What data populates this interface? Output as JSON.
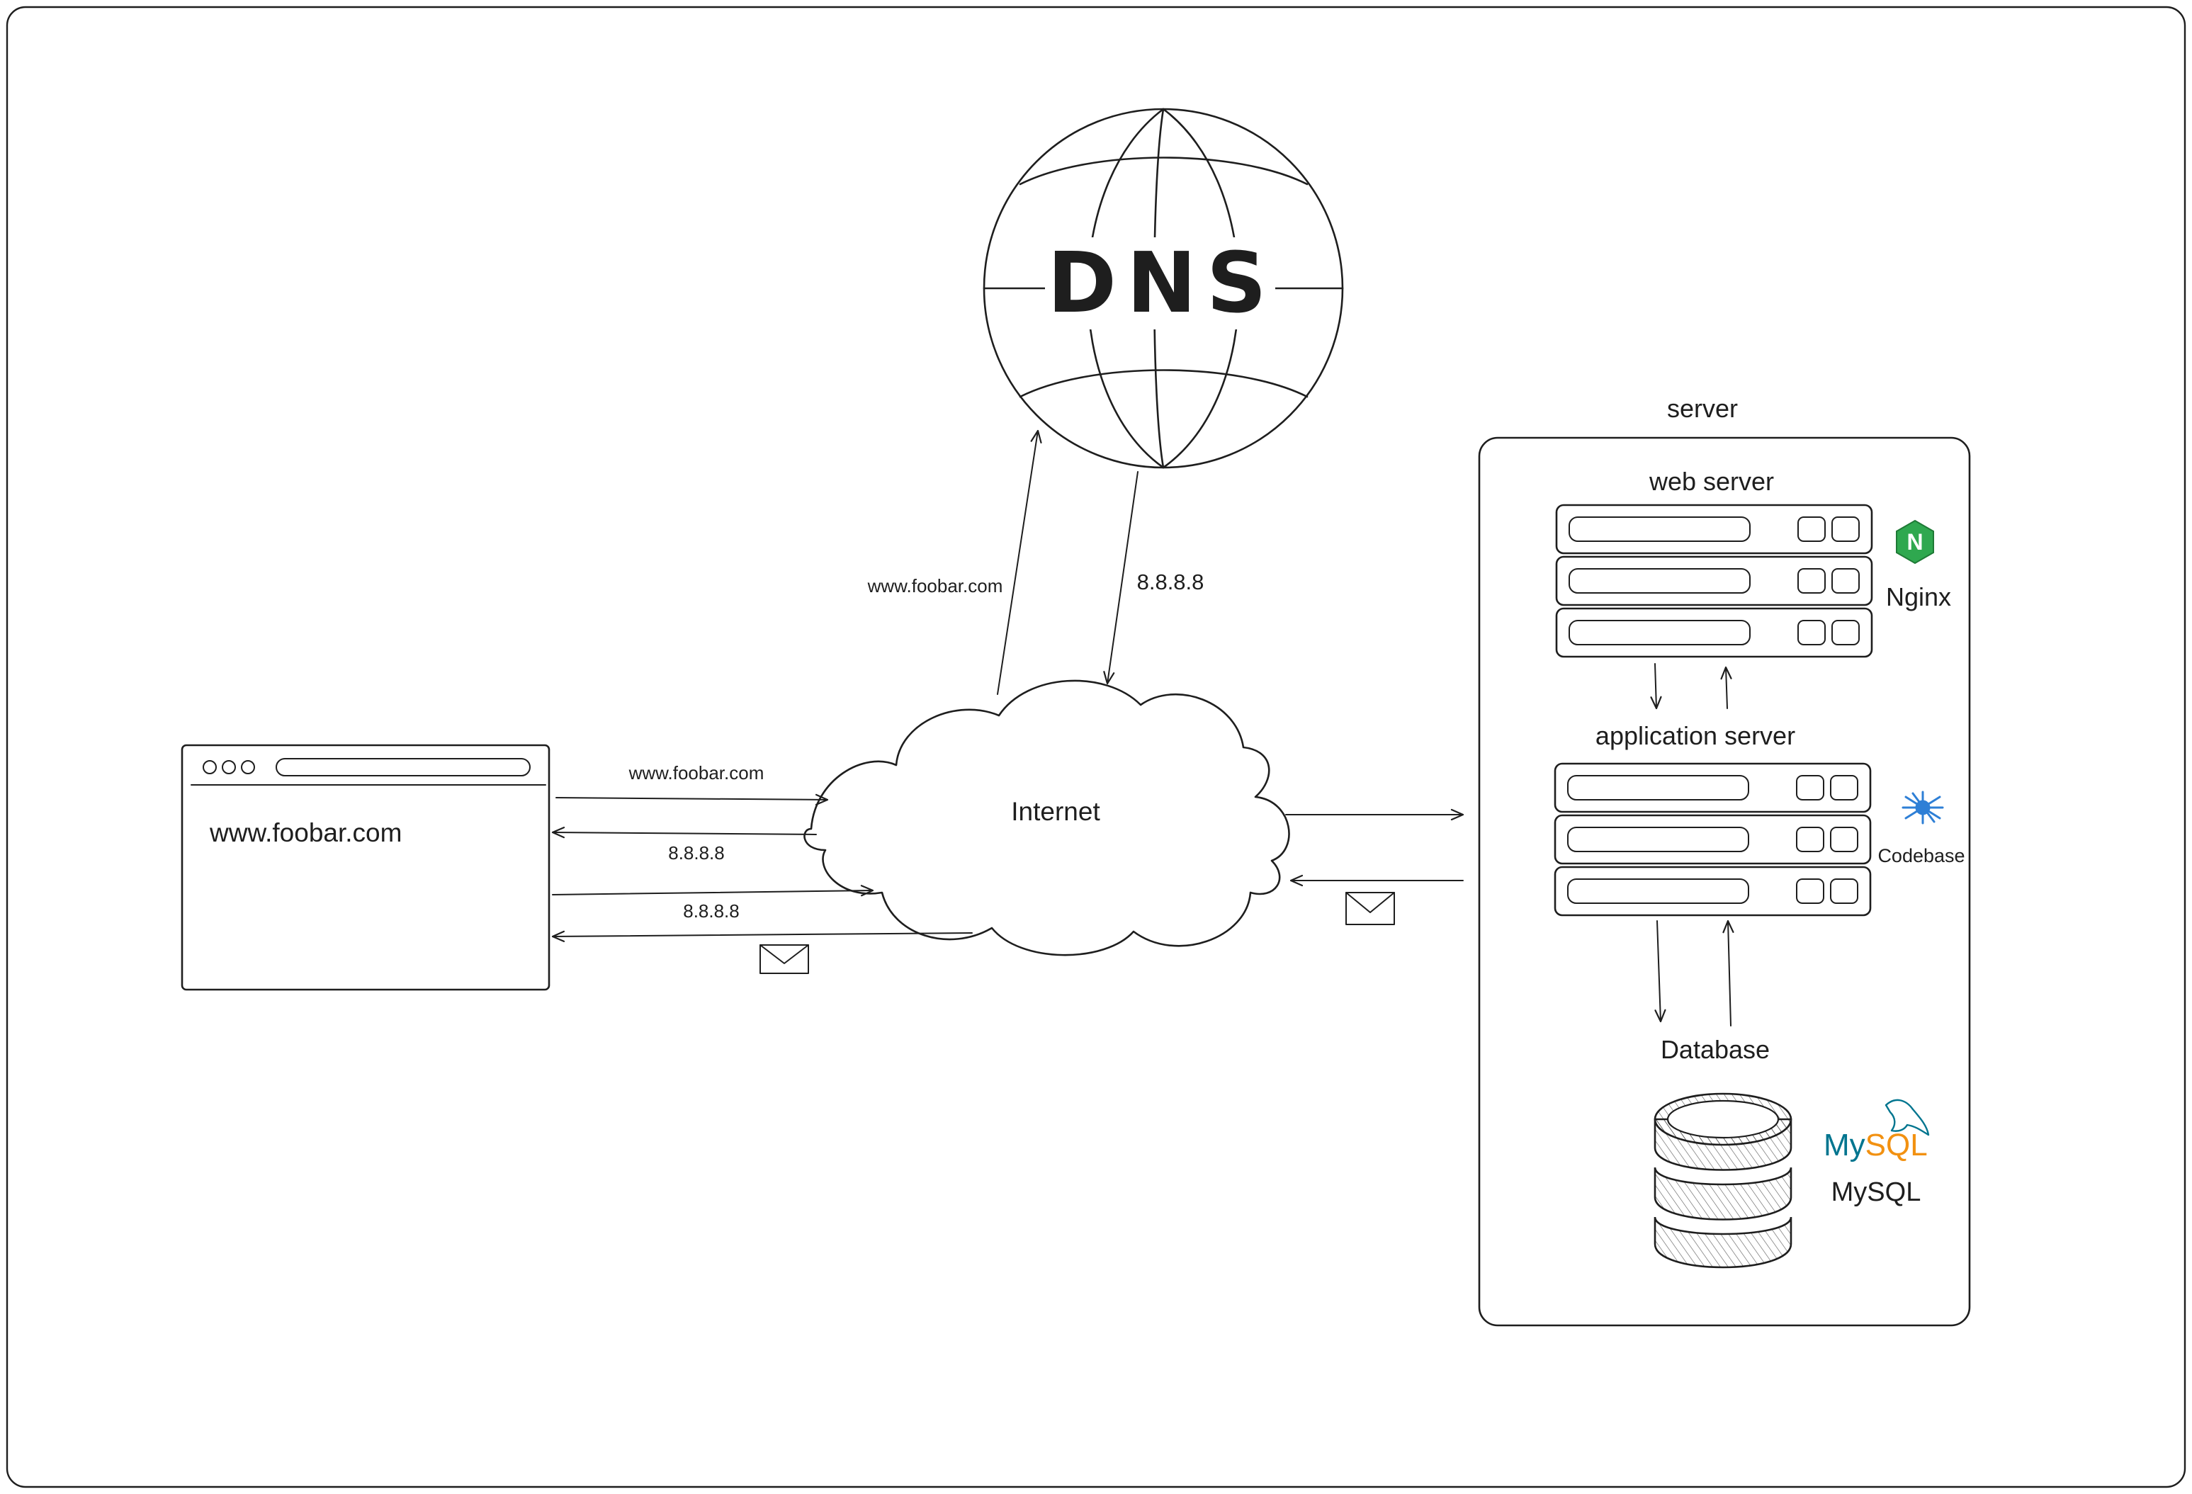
{
  "dns": {
    "title": "DNS"
  },
  "browser": {
    "address": "www.foobar.com"
  },
  "internet": {
    "label": "Internet"
  },
  "flows": {
    "browser_to_internet_request": "www.foobar.com",
    "internet_to_browser_ip": "8.8.8.8",
    "browser_to_internet_ip": "8.8.8.8",
    "internet_to_dns_request": "www.foobar.com",
    "dns_to_internet_ip": "8.8.8.8"
  },
  "server": {
    "title": "server",
    "web_server": {
      "title": "web server",
      "tech": "Nginx",
      "logo_letter": "N"
    },
    "application_server": {
      "title": "application server",
      "tech": "Codebase"
    },
    "database": {
      "title": "Database",
      "tech": "MySQL",
      "logo_text_my": "My",
      "logo_text_sql": "SQL"
    }
  },
  "colors": {
    "stroke": "#1e1e1e",
    "nginx_green": "#2fa84f",
    "nginx_dark": "#1f7a36",
    "codebase_blue": "#2e7fd6",
    "mysql_blue": "#00758f",
    "mysql_orange": "#f29111"
  },
  "icons": {
    "dns": "globe-icon",
    "internet": "cloud-icon",
    "message": "envelope-icon",
    "web_server": "server-rack-icon",
    "application_server": "server-rack-icon",
    "database": "database-cylinder-icon",
    "nginx": "nginx-logo",
    "codebase": "codebase-logo",
    "mysql": "mysql-dolphin-logo"
  }
}
